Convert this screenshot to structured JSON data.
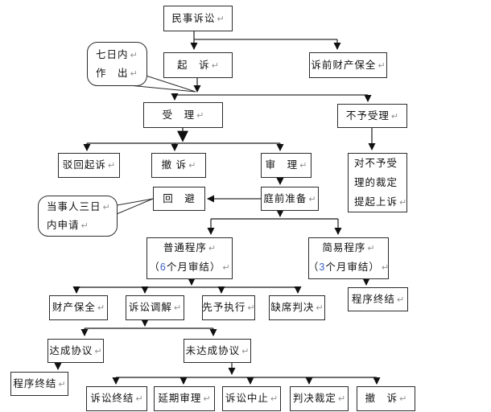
{
  "marks": {
    "return": "↵"
  },
  "colors": {
    "number_blue": "#3b5fc6",
    "mark_gray": "#8f8f8f",
    "line_dark": "#2e2e2e",
    "line_gray": "#6f6f6f",
    "box_border": "#2b2b2b"
  },
  "nodes": {
    "civil_litigation": {
      "label": "民事诉讼"
    },
    "filing": {
      "label": "起　诉"
    },
    "pretrial_preservation": {
      "label": "诉前财产保全"
    },
    "acceptance": {
      "label": "受　理"
    },
    "non_acceptance": {
      "label": "不予受理"
    },
    "dismiss": {
      "label": "驳回起诉"
    },
    "withdraw1": {
      "label": "撤 诉"
    },
    "trial": {
      "label": "审　理"
    },
    "recusal": {
      "label": "回　避"
    },
    "pretrial_prep": {
      "label": "庭前准备"
    },
    "appeal": {
      "line1": "对不予受",
      "line2": "理的裁定",
      "line3": "提起上诉"
    },
    "ordinary": {
      "line1": "普通程序",
      "open": "（",
      "num": "6",
      "rest": "个月审结）"
    },
    "summary": {
      "line1": "简易程序",
      "open": "（",
      "num": "3",
      "rest": "个月审结）"
    },
    "proc_end_right": {
      "label": "程序终结"
    },
    "property_preservation": {
      "label": "财产保全"
    },
    "mediation": {
      "label": "诉讼调解"
    },
    "advance_exec": {
      "label": "先予执行"
    },
    "default_judgment": {
      "label": "缺席判决"
    },
    "agreement": {
      "label": "达成协议"
    },
    "no_agreement": {
      "label": "未达成协议"
    },
    "proc_end_left": {
      "label": "程序终结"
    },
    "lit_termination": {
      "label": "诉讼终结"
    },
    "postponed": {
      "label": "延期审理"
    },
    "suspension": {
      "label": "诉讼中止"
    },
    "judgment_ruling": {
      "label": "判决裁定"
    },
    "withdraw2": {
      "label": "撤　诉"
    }
  },
  "callouts": {
    "seven_days": {
      "line1": "七日内",
      "line2": "作　出"
    },
    "three_days": {
      "line1": "当事人三日",
      "line2": "内申请"
    }
  }
}
